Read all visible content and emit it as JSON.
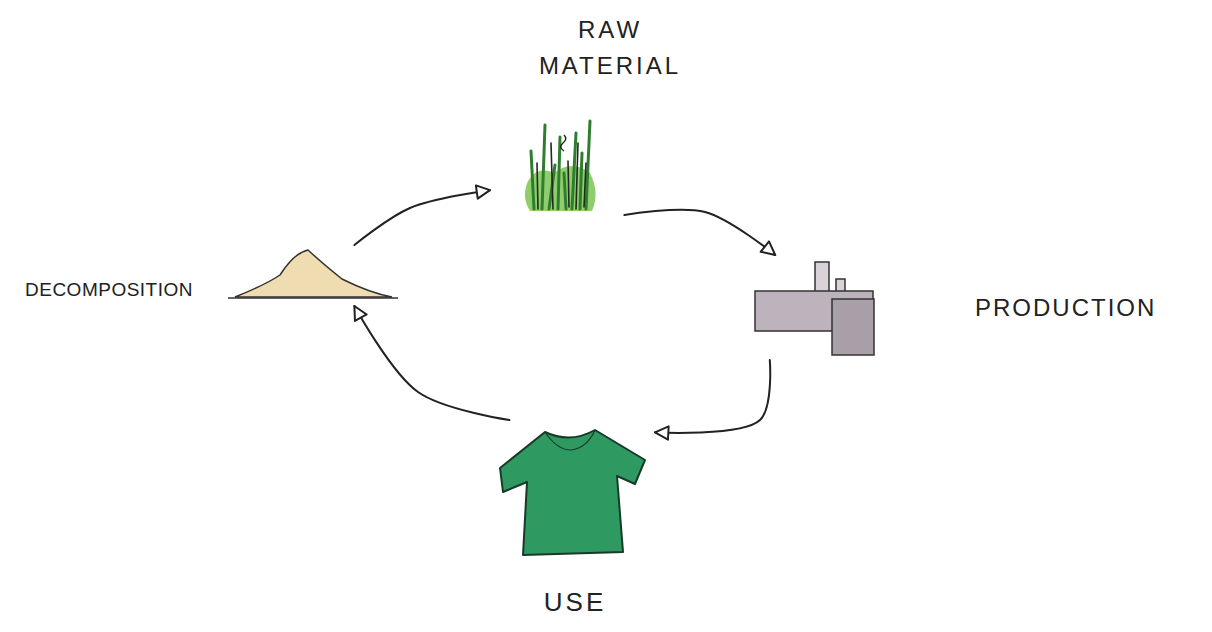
{
  "diagram": {
    "nodes": [
      {
        "text": [
          "RAW MATERIAL"
        ]
      },
      {
        "text": [
          "PRODUCTION"
        ]
      },
      {
        "text": [
          "USE"
        ]
      },
      {
        "text": [
          "DECOMPOSITION"
        ]
      }
    ],
    "edges": [
      {
        "from": 0,
        "to": 1,
        "arrow": "to"
      },
      {
        "from": 1,
        "to": 2,
        "arrow": "to"
      },
      {
        "from": 2,
        "to": 3,
        "arrow": "to"
      },
      {
        "from": 3,
        "to": 0,
        "arrow": "to"
      }
    ]
  }
}
